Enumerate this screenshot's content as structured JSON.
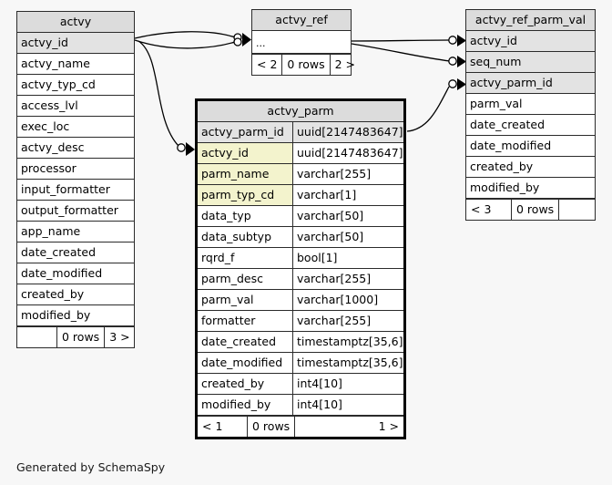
{
  "page": {
    "background_color": "#f7f7f7",
    "footer_note": "Generated by SchemaSpy"
  },
  "palette": {
    "header_gray": "#dcdcdc",
    "primary_key_gray": "#e3e3e3",
    "foreign_key_yellow": "#f3f3cd",
    "row_white": "#ffffff",
    "border_black": "#2b2b2b"
  },
  "tables": {
    "actvy": {
      "title": "actvy",
      "columns": [
        {
          "name": "actvy_id",
          "type": "",
          "style": "pk"
        },
        {
          "name": "actvy_name",
          "type": "",
          "style": "plain"
        },
        {
          "name": "actvy_typ_cd",
          "type": "",
          "style": "plain"
        },
        {
          "name": "access_lvl",
          "type": "",
          "style": "plain"
        },
        {
          "name": "exec_loc",
          "type": "",
          "style": "plain"
        },
        {
          "name": "actvy_desc",
          "type": "",
          "style": "plain"
        },
        {
          "name": "processor",
          "type": "",
          "style": "plain"
        },
        {
          "name": "input_formatter",
          "type": "",
          "style": "plain"
        },
        {
          "name": "output_formatter",
          "type": "",
          "style": "plain"
        },
        {
          "name": "app_name",
          "type": "",
          "style": "plain"
        },
        {
          "name": "date_created",
          "type": "",
          "style": "plain"
        },
        {
          "name": "date_modified",
          "type": "",
          "style": "plain"
        },
        {
          "name": "created_by",
          "type": "",
          "style": "plain"
        },
        {
          "name": "modified_by",
          "type": "",
          "style": "plain"
        }
      ],
      "footer": {
        "left": "",
        "middle": "0 rows",
        "right": "3 >"
      }
    },
    "actvy_ref": {
      "title": "actvy_ref",
      "columns": [
        {
          "name": "...",
          "type": "",
          "style": "plain"
        }
      ],
      "footer": {
        "left": "< 2",
        "middle": "0 rows",
        "right": "2 >"
      }
    },
    "actvy_ref_parm_val": {
      "title": "actvy_ref_parm_val",
      "columns": [
        {
          "name": "actvy_id",
          "type": "",
          "style": "pk"
        },
        {
          "name": "seq_num",
          "type": "",
          "style": "pk"
        },
        {
          "name": "actvy_parm_id",
          "type": "",
          "style": "pk"
        },
        {
          "name": "parm_val",
          "type": "",
          "style": "plain"
        },
        {
          "name": "date_created",
          "type": "",
          "style": "plain"
        },
        {
          "name": "date_modified",
          "type": "",
          "style": "plain"
        },
        {
          "name": "created_by",
          "type": "",
          "style": "plain"
        },
        {
          "name": "modified_by",
          "type": "",
          "style": "plain"
        }
      ],
      "footer": {
        "left": "< 3",
        "middle": "0 rows",
        "right": ""
      }
    },
    "actvy_parm": {
      "title": "actvy_parm",
      "focal": true,
      "columns": [
        {
          "name": "actvy_parm_id",
          "type": "uuid[2147483647]",
          "style": "pk"
        },
        {
          "name": "actvy_id",
          "type": "uuid[2147483647]",
          "style": "fk"
        },
        {
          "name": "parm_name",
          "type": "varchar[255]",
          "style": "fk"
        },
        {
          "name": "parm_typ_cd",
          "type": "varchar[1]",
          "style": "fk"
        },
        {
          "name": "data_typ",
          "type": "varchar[50]",
          "style": "plain"
        },
        {
          "name": "data_subtyp",
          "type": "varchar[50]",
          "style": "plain"
        },
        {
          "name": "rqrd_f",
          "type": "bool[1]",
          "style": "plain"
        },
        {
          "name": "parm_desc",
          "type": "varchar[255]",
          "style": "plain"
        },
        {
          "name": "parm_val",
          "type": "varchar[1000]",
          "style": "plain"
        },
        {
          "name": "formatter",
          "type": "varchar[255]",
          "style": "plain"
        },
        {
          "name": "date_created",
          "type": "timestamptz[35,6]",
          "style": "plain"
        },
        {
          "name": "date_modified",
          "type": "timestamptz[35,6]",
          "style": "plain"
        },
        {
          "name": "created_by",
          "type": "int4[10]",
          "style": "plain"
        },
        {
          "name": "modified_by",
          "type": "int4[10]",
          "style": "plain"
        }
      ],
      "footer": {
        "left": "< 1",
        "middle": "0 rows",
        "right": "1 >"
      }
    }
  },
  "relationships": [
    {
      "from": "actvy.actvy_id",
      "to": "actvy_ref",
      "cardinality": "one-to-many"
    },
    {
      "from": "actvy.actvy_id",
      "to": "actvy_ref",
      "cardinality": "one-to-many"
    },
    {
      "from": "actvy.actvy_id",
      "to": "actvy_parm.actvy_id",
      "cardinality": "one-to-many"
    },
    {
      "from": "actvy_ref",
      "to": "actvy_ref_parm_val.actvy_id",
      "cardinality": "one-to-many"
    },
    {
      "from": "actvy_ref",
      "to": "actvy_ref_parm_val.seq_num",
      "cardinality": "one-to-many"
    },
    {
      "from": "actvy_parm.actvy_parm_id",
      "to": "actvy_ref_parm_val.actvy_parm_id",
      "cardinality": "one-to-many"
    }
  ]
}
